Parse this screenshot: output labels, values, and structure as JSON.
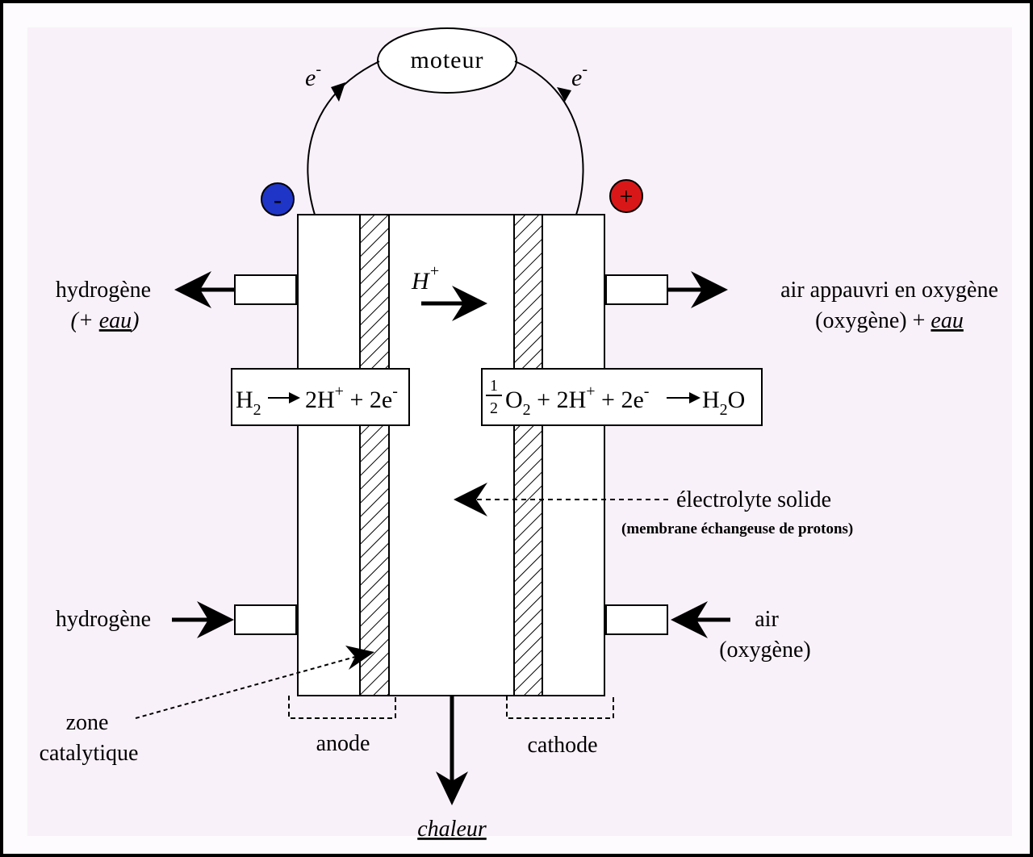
{
  "motor": "moteur",
  "electron": "e",
  "electron_sup": "-",
  "terminal_negative": "-",
  "terminal_positive": "+",
  "proton": "H",
  "proton_sup": "+",
  "left_out": {
    "line1": "hydrogène",
    "line2_prefix": "(+ ",
    "line2_eau": "eau",
    "line2_suffix": ")"
  },
  "right_out": {
    "line1": "air appauvri en oxygène",
    "line2_prefix": "(oxygène) + ",
    "line2_eau": "eau"
  },
  "anode_reaction": {
    "h": "H",
    "h_sub": "2",
    "mid": "2H",
    "plus_sup": "+",
    "tail": " + 2e",
    "minus_sup": "-"
  },
  "cathode_reaction": {
    "num": "1",
    "den": "2",
    "o": "O",
    "o_sub": "2",
    "mid": " + 2H",
    "plus_sup": "+",
    "tail": " + 2e",
    "minus_sup": "-",
    "h": "H",
    "h_sub": "2",
    "end": "O"
  },
  "electrolyte": {
    "line1": "électrolyte solide",
    "line2": "(membrane échangeuse de protons)"
  },
  "left_in": "hydrogène",
  "right_in": {
    "line1": "air",
    "line2": "(oxygène)"
  },
  "catalytic_zone": {
    "line1": "zone",
    "line2": "catalytique"
  },
  "anode": "anode",
  "cathode": "cathode",
  "heat": "chaleur",
  "colors": {
    "negative": "#1f35c8",
    "positive": "#d81818",
    "background": "#f9f1f9"
  }
}
